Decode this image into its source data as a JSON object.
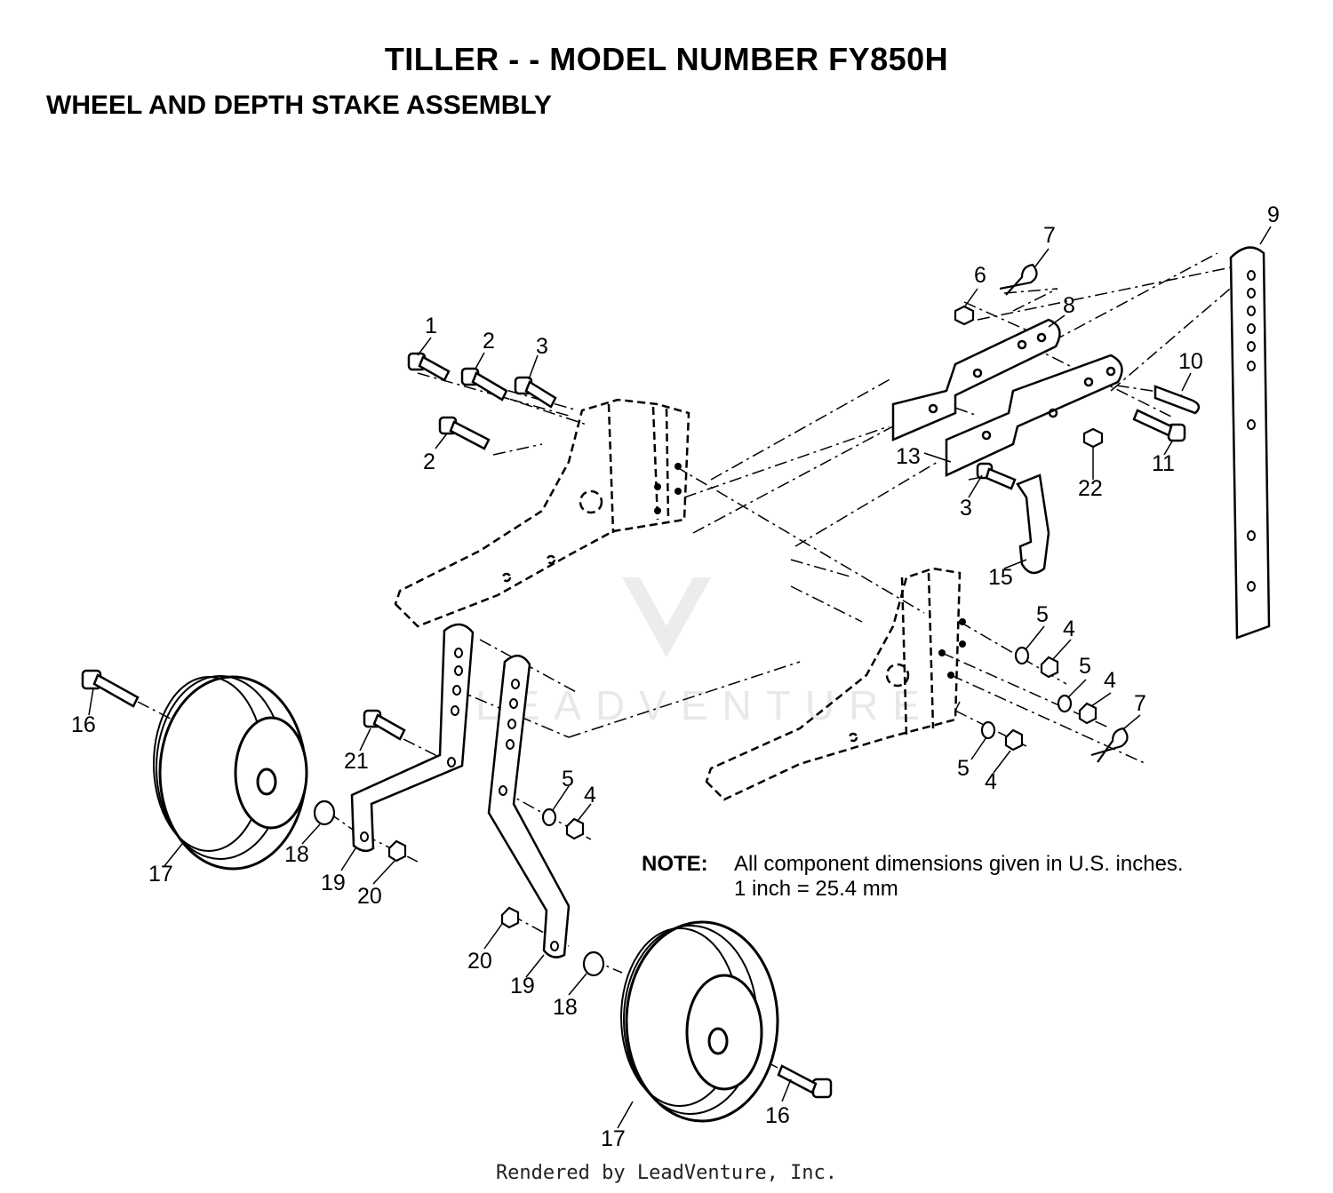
{
  "header": {
    "title": "TILLER - - MODEL NUMBER FY850H",
    "subtitle": "WHEEL AND DEPTH STAKE ASSEMBLY"
  },
  "note": {
    "label": "NOTE:",
    "line1": "All component dimensions given in U.S. inches.",
    "line2": "1 inch = 25.4 mm"
  },
  "watermark": "LEADVENTURE",
  "footer": "Rendered by LeadVenture, Inc.",
  "callouts": [
    "1",
    "2",
    "3",
    "2",
    "6",
    "7",
    "8",
    "9",
    "10",
    "11",
    "13",
    "22",
    "3",
    "15",
    "5",
    "4",
    "5",
    "4",
    "7",
    "5",
    "4",
    "16",
    "21",
    "5",
    "4",
    "18",
    "19",
    "20",
    "17",
    "20",
    "19",
    "18",
    "16",
    "17"
  ]
}
